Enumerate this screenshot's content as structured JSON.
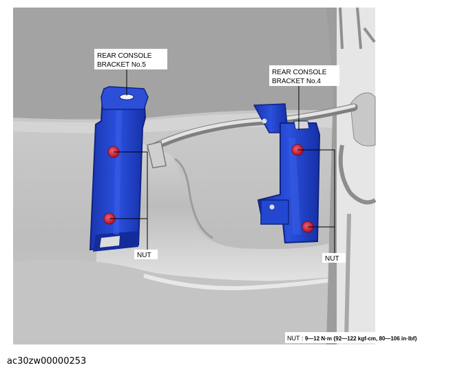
{
  "labels": {
    "bracket_no5": [
      "REAR CONSOLE",
      "BRACKET No.5"
    ],
    "bracket_no4": [
      "REAR CONSOLE",
      "BRACKET No.4"
    ],
    "nut_left": "NUT",
    "nut_right": "NUT"
  },
  "torque_note": {
    "prefix": "NUT : ",
    "value": "9—12 N·m {92—122 kgf-cm, 80—106 in·lbf}"
  },
  "figure_id": "ac30zw00000253",
  "colors": {
    "bracket_blue": "#1f3fc4",
    "nut_red": "#d6213a",
    "background_gray": "#b9b9b9"
  }
}
